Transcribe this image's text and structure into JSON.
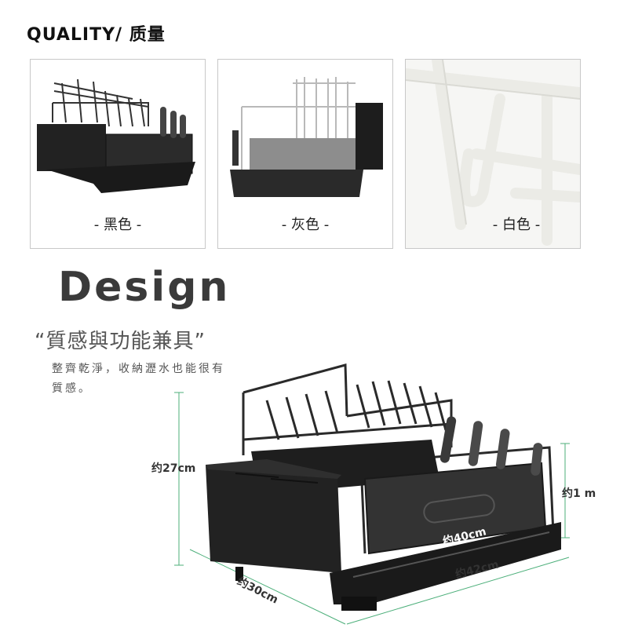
{
  "header": {
    "title": "QUALITY/ 质量"
  },
  "colors": {
    "options": [
      {
        "label": "- 黑色 -",
        "swatch": "#1f1f1f"
      },
      {
        "label": "- 灰色 -",
        "swatch": "#8a8a8a"
      },
      {
        "label": "- 白色 -",
        "swatch": "#f2f2ef"
      }
    ]
  },
  "design": {
    "title": "Design",
    "tagline": "“質感與功能兼具”",
    "description": "整齊乾淨，收納瀝水也能很有質感。"
  },
  "dimensions": {
    "height_left": "约27cm",
    "height_right": "约1   m",
    "depth": "约30cm",
    "inner_width": "约40cm",
    "width": "约42cm"
  }
}
